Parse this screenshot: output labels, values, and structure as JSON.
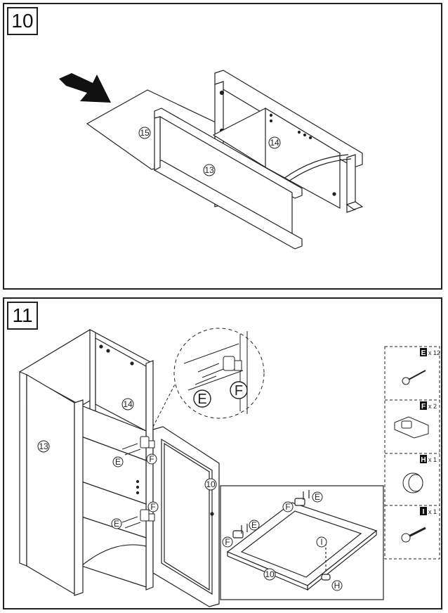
{
  "step10": {
    "number": "10",
    "parts": {
      "p15": "15",
      "p14": "14",
      "p13": "13"
    }
  },
  "step11": {
    "number": "11",
    "parts": {
      "p14": "14",
      "p13": "13",
      "p10": "10",
      "p10_inset": "10"
    },
    "callouts": {
      "E": "E",
      "F": "F",
      "H": "H",
      "I": "I"
    },
    "hardware": [
      {
        "letter": "E",
        "qty": "x 12",
        "icon": "screw-icon"
      },
      {
        "letter": "F",
        "qty": "x 2",
        "icon": "hinge-icon"
      },
      {
        "letter": "H",
        "qty": "x 1",
        "icon": "knob-icon"
      },
      {
        "letter": "I",
        "qty": "x 1",
        "icon": "bolt-icon"
      }
    ]
  }
}
